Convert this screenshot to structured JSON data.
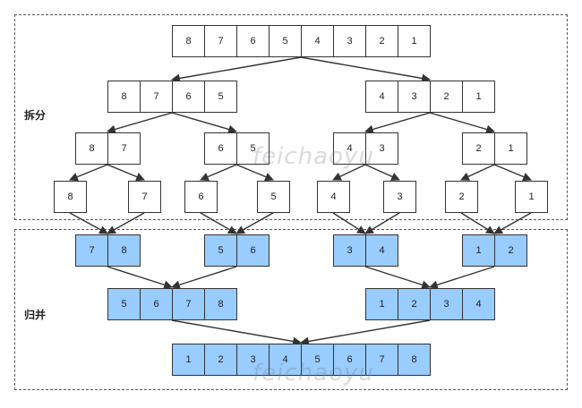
{
  "labels": {
    "split": "拆分",
    "merge": "归并"
  },
  "watermark": "feichaoyu",
  "colors": {
    "plain": "#ffffff",
    "merged": "#99ccff",
    "border": "#333333",
    "arrow": "#333333"
  },
  "split_levels": [
    [
      [
        8,
        7,
        6,
        5,
        4,
        3,
        2,
        1
      ]
    ],
    [
      [
        8,
        7,
        6,
        5
      ],
      [
        4,
        3,
        2,
        1
      ]
    ],
    [
      [
        8,
        7
      ],
      [
        6,
        5
      ],
      [
        4,
        3
      ],
      [
        2,
        1
      ]
    ],
    [
      [
        8
      ],
      [
        7
      ],
      [
        6
      ],
      [
        5
      ],
      [
        4
      ],
      [
        3
      ],
      [
        2
      ],
      [
        1
      ]
    ]
  ],
  "merge_levels": [
    [
      [
        7,
        8
      ],
      [
        5,
        6
      ],
      [
        3,
        4
      ],
      [
        1,
        2
      ]
    ],
    [
      [
        5,
        6,
        7,
        8
      ],
      [
        1,
        2,
        3,
        4
      ]
    ],
    [
      [
        1,
        2,
        3,
        4,
        5,
        6,
        7,
        8
      ]
    ]
  ]
}
